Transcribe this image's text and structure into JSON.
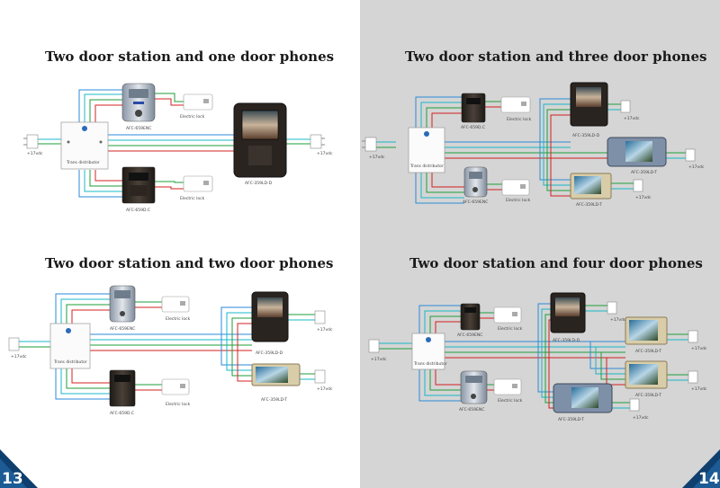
{
  "pages": [
    {
      "number": "13"
    },
    {
      "number": "14"
    }
  ],
  "diagrams": [
    {
      "title": "Two door station and one door phones",
      "labels": {
        "station_top": "AFC-659ENC",
        "station_bottom": "AFC-659D.C",
        "lock_top": "Electric lock",
        "lock_bottom": "Electric lock",
        "distributor": "Trans distributor",
        "power_left": "+17vdc",
        "monitor": "AFC-359LD-D",
        "power_right": "+17vdc"
      }
    },
    {
      "title": "Two door station and three door phones",
      "labels": {
        "station_top": "AFC-659D.C",
        "station_bottom": "AFC-659ENC",
        "lock_top": "Electric lock",
        "lock_bottom": "Electric lock",
        "distributor": "Trans distributor",
        "power_left": "+17vdc",
        "monitor1": "AFC-359LD-D",
        "monitor2": "AFC-359LD-T",
        "monitor3": "AFC-359LD-T",
        "power1": "+17vdc",
        "power2": "+17vdc",
        "power3": "+17vdc"
      }
    },
    {
      "title": "Two door station and two door phones",
      "labels": {
        "station_top": "AFC-659ENC",
        "station_bottom": "AFC-659D.C",
        "lock_top": "Electric lock",
        "lock_bottom": "Electric lock",
        "distributor": "Trans distributor",
        "power_left": "+17vdc",
        "monitor1": "AFC-359LD-D",
        "monitor2": "AFC-359LD-T",
        "power1": "+17vdc",
        "power2": "+17vdc"
      }
    },
    {
      "title": "Two door station and four door phones",
      "labels": {
        "station_top": "AFC-659ENC",
        "station_bottom": "AFC-659ENC",
        "lock_top": "Electric lock",
        "lock_bottom": "Electric lock",
        "distributor": "Trans distributor",
        "power_left": "+17vdc",
        "monitor1": "AFC-359LD-D",
        "monitor2": "AFC-359LD-T",
        "monitor3": "AFC-359LD-T",
        "monitor4": "AFC-359LD-T",
        "power1": "+17vdc",
        "power2": "+17vdc",
        "power3": "+17vdc",
        "power4": "+17vdc"
      }
    }
  ],
  "colors": {
    "wire_blue": "#2a8ad8",
    "wire_green": "#1e9e3a",
    "wire_red": "#d42020",
    "wire_cyan": "#18b8c8",
    "corner": "#0f3f6e"
  }
}
